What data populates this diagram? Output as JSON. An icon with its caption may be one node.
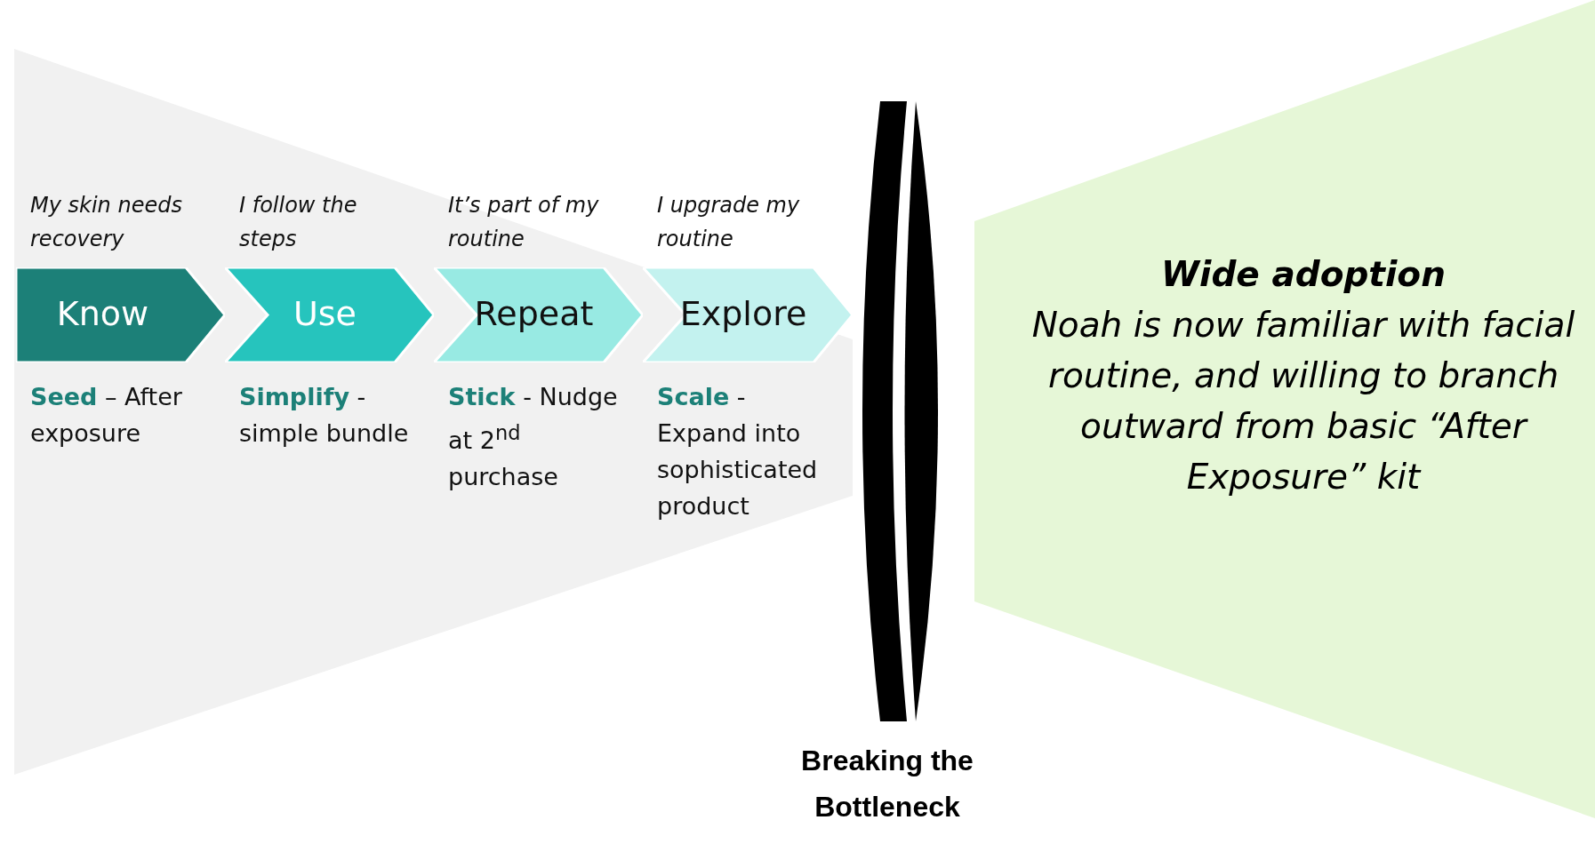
{
  "diagram": {
    "nodes": [
      {
        "text": [],
        "shape": "funnel"
      },
      {
        "text": [
          "Know"
        ],
        "in": 0,
        "beside": [
          "My skin needs recovery",
          "**Seed** – After exposure"
        ]
      },
      {
        "text": [
          "Use"
        ],
        "in": 0,
        "beside": [
          "I follow the steps",
          "**Simplify** - simple bundle"
        ]
      },
      {
        "text": [
          "Repeat"
        ],
        "in": 0,
        "beside": [
          "It’s part of my routine",
          "**Stick** - Nudge at 2$^{nd}$ purchase"
        ]
      },
      {
        "text": [
          "Explore"
        ],
        "in": 0,
        "beside": [
          "I upgrade my routine",
          "**Scale** - Expand into sophisticated product"
        ]
      },
      {
        "text": [
          "Breaking the Bottleneck"
        ]
      },
      {
        "text": [
          "Wide adoption",
          "Noah is now familiar with facial routine, and willing to branch outward from basic “After Exposure” kit"
        ]
      }
    ],
    "edges": []
  }
}
